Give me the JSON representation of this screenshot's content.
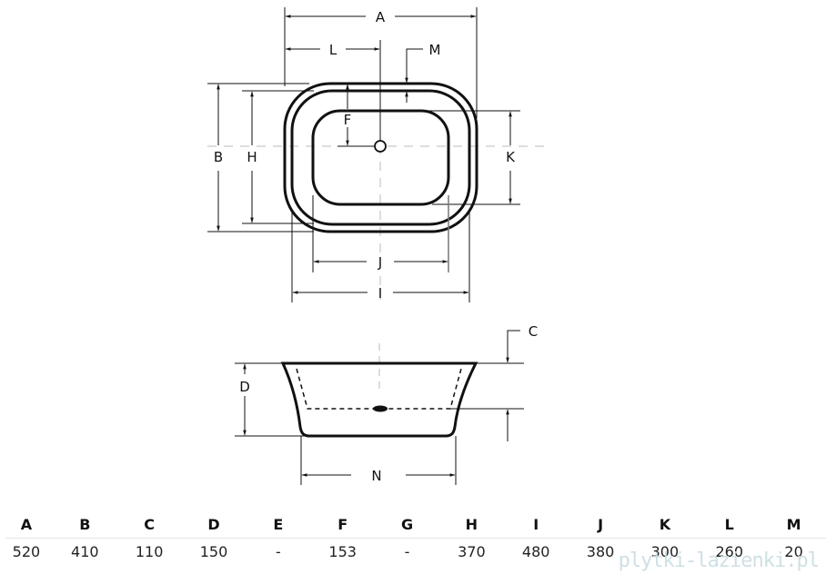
{
  "top_view": {
    "labels": {
      "A": "A",
      "L": "L",
      "M": "M",
      "F": "F",
      "B": "B",
      "H": "H",
      "K": "K",
      "J": "J",
      "I": "I"
    }
  },
  "side_view": {
    "labels": {
      "C": "C",
      "D": "D",
      "N": "N"
    }
  },
  "spec_table": {
    "headers": [
      "A",
      "B",
      "C",
      "D",
      "E",
      "F",
      "G",
      "H",
      "I",
      "J",
      "K",
      "L",
      "M"
    ],
    "values": [
      "520",
      "410",
      "110",
      "150",
      "-",
      "153",
      "-",
      "370",
      "480",
      "380",
      "300",
      "260",
      "20"
    ]
  },
  "watermark": "plytki-lazienki.pl"
}
